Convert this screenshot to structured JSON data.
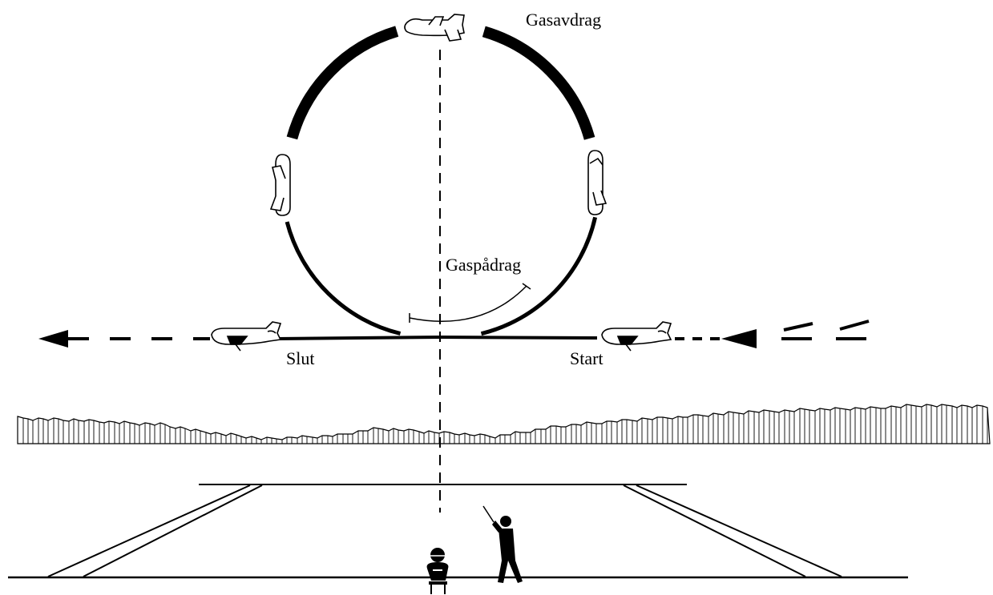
{
  "labels": {
    "throttle_off": "Gasavdrag",
    "throttle_on": "Gaspådrag",
    "end": "Slut",
    "start": "Start"
  },
  "colors": {
    "ink": "#000000",
    "paper": "#ffffff"
  }
}
